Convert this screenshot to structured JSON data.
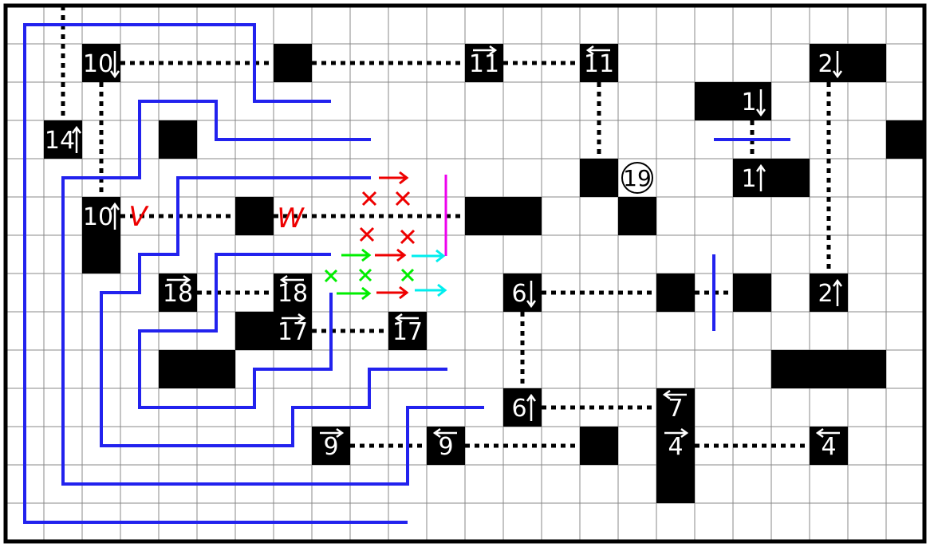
{
  "puzzle": {
    "cols": 24,
    "rows": 14,
    "black_cells": [
      [
        7,
        1
      ],
      [
        22,
        1
      ],
      [
        18,
        2
      ],
      [
        4,
        3
      ],
      [
        23,
        3
      ],
      [
        15,
        4
      ],
      [
        20,
        4
      ],
      [
        6,
        5
      ],
      [
        12,
        5
      ],
      [
        13,
        5
      ],
      [
        16,
        5
      ],
      [
        2,
        6
      ],
      [
        17,
        7
      ],
      [
        19,
        7
      ],
      [
        6,
        8
      ],
      [
        4,
        9
      ],
      [
        5,
        9
      ],
      [
        20,
        9
      ],
      [
        21,
        9
      ],
      [
        22,
        9
      ],
      [
        15,
        11
      ],
      [
        17,
        12
      ]
    ],
    "clues": [
      {
        "col": 2,
        "row": 1,
        "num": "10",
        "dir": "down"
      },
      {
        "col": 12,
        "row": 1,
        "num": "11",
        "dir": "right"
      },
      {
        "col": 15,
        "row": 1,
        "num": "11",
        "dir": "left"
      },
      {
        "col": 21,
        "row": 1,
        "num": "2",
        "dir": "down"
      },
      {
        "col": 19,
        "row": 2,
        "num": "1",
        "dir": "down"
      },
      {
        "col": 1,
        "row": 3,
        "num": "14",
        "dir": "up"
      },
      {
        "col": 19,
        "row": 4,
        "num": "1",
        "dir": "up"
      },
      {
        "col": 2,
        "row": 5,
        "num": "10",
        "dir": "up"
      },
      {
        "col": 4,
        "row": 7,
        "num": "18",
        "dir": "right"
      },
      {
        "col": 7,
        "row": 7,
        "num": "18",
        "dir": "left"
      },
      {
        "col": 13,
        "row": 7,
        "num": "6",
        "dir": "down"
      },
      {
        "col": 21,
        "row": 7,
        "num": "2",
        "dir": "up"
      },
      {
        "col": 7,
        "row": 8,
        "num": "17",
        "dir": "right"
      },
      {
        "col": 10,
        "row": 8,
        "num": "17",
        "dir": "left"
      },
      {
        "col": 13,
        "row": 10,
        "num": "6",
        "dir": "up"
      },
      {
        "col": 17,
        "row": 10,
        "num": "7",
        "dir": "left"
      },
      {
        "col": 8,
        "row": 11,
        "num": "9",
        "dir": "right"
      },
      {
        "col": 11,
        "row": 11,
        "num": "9",
        "dir": "left"
      },
      {
        "col": 17,
        "row": 11,
        "num": "4",
        "dir": "right"
      },
      {
        "col": 21,
        "row": 11,
        "num": "4",
        "dir": "left"
      }
    ],
    "circle": {
      "col": 16,
      "row": 4,
      "num": "19"
    },
    "annotations": {
      "letter_v": "V",
      "letter_w": "W"
    },
    "colors": {
      "path": "#2222ee",
      "cross": "#ee0000",
      "green": "#00ee00",
      "cyan": "#00eeee",
      "magenta": "#ee00ee"
    }
  }
}
